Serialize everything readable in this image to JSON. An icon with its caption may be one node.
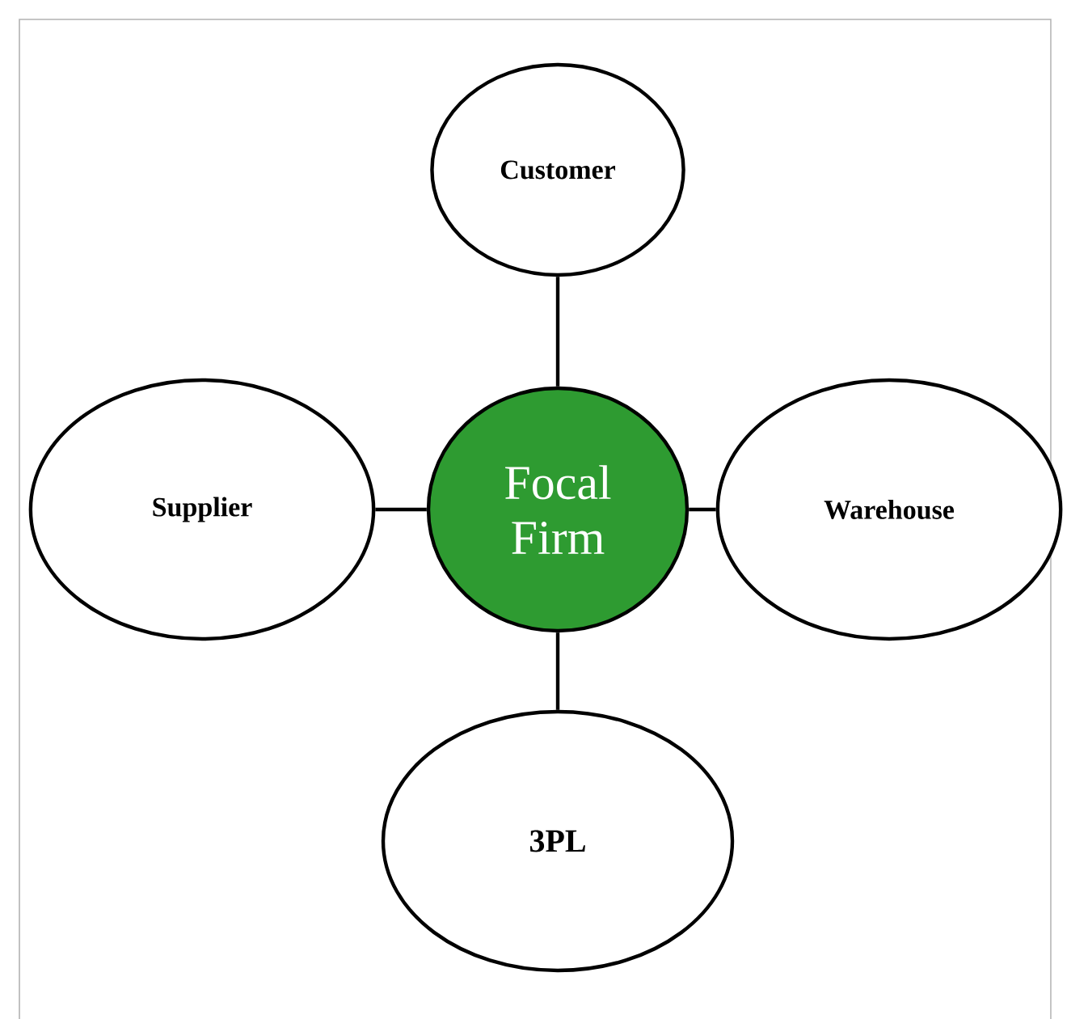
{
  "diagram": {
    "nodes": [
      {
        "text": [
          "Customer"
        ]
      },
      {
        "text": [
          "Supplier"
        ]
      },
      {
        "text": [
          "Focal Firm"
        ]
      },
      {
        "text": [
          "Warehouse"
        ]
      },
      {
        "text": [
          "3PL"
        ]
      }
    ],
    "edges": [
      {
        "from": 2,
        "to": 0,
        "arrow": "none"
      },
      {
        "from": 2,
        "to": 1,
        "arrow": "none"
      },
      {
        "from": 2,
        "to": 3,
        "arrow": "none"
      },
      {
        "from": 2,
        "to": 4,
        "arrow": "none"
      }
    ]
  }
}
